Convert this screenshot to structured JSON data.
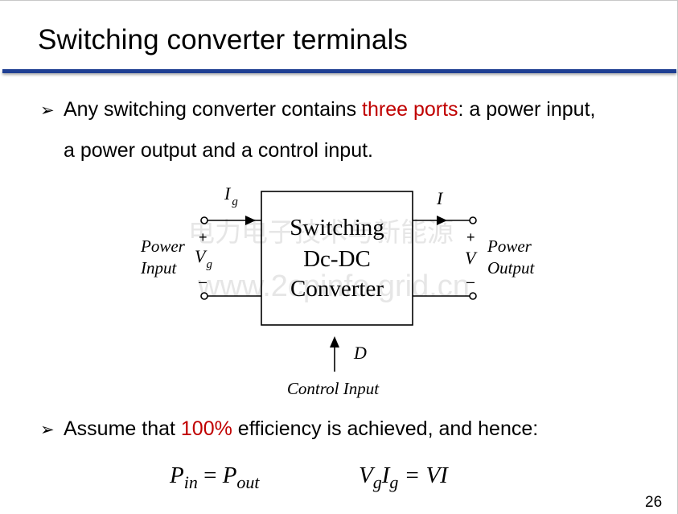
{
  "slide": {
    "title": "Switching converter terminals",
    "page_number": "26",
    "title_rule_color": "#1f3f93"
  },
  "bullets": [
    {
      "marker": "➢",
      "line1_pre": "Any switching converter contains ",
      "line1_accent": "three ports",
      "line1_post": ": a power input,",
      "line2": "a power output and a control input."
    },
    {
      "marker": "➢",
      "pre": "Assume that ",
      "accent": "100%",
      "post": " efficiency is achieved, and hence:"
    }
  ],
  "accent_color": "#c00000",
  "diagram": {
    "box_lines": [
      "Switching",
      "Dc-DC",
      "Converter"
    ],
    "input_current": {
      "symbol": "I",
      "subscript": "g"
    },
    "output_current": {
      "symbol": "I"
    },
    "input_voltage": {
      "symbol": "V",
      "subscript": "g"
    },
    "output_voltage": {
      "symbol": "V"
    },
    "plus": "+",
    "minus": "–",
    "power_input_label": [
      "Power",
      "Input"
    ],
    "power_output_label": [
      "Power",
      "Output"
    ],
    "control_symbol": "D",
    "control_label": "Control Input",
    "watermark_line1": "电力电子技术与新能源",
    "watermark_line2": "www.2cpinfo.grid.cn"
  },
  "formulas": {
    "left": {
      "p1": "P",
      "s1": "in",
      "eq": " = ",
      "p2": "P",
      "s2": "out"
    },
    "right": {
      "a": "V",
      "as": "g",
      "b": "I",
      "bs": "g",
      "rest": " = VI"
    }
  }
}
